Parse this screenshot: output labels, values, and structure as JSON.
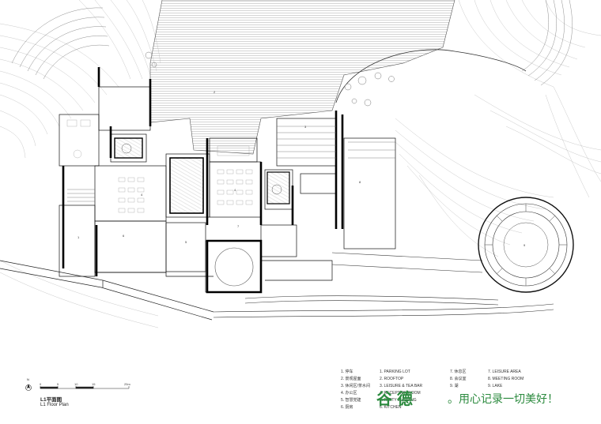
{
  "drawing": {
    "title_cn": "L1平面图",
    "title_en": "L1 Floor Plan",
    "scale_ticks": [
      "0",
      "5",
      "10",
      "15",
      "25m"
    ],
    "north_label": "N"
  },
  "legend": {
    "col1": [
      "1. 停车",
      "2. 景观屋面",
      "3. 休闲区/茶水间",
      "4. 办公区",
      "5. 智慧党建",
      "6. 厨房"
    ],
    "col2": [
      "1. PARKING LOT",
      "2. ROOFTOP",
      "3. LEISURE & TEA BAR",
      "4. RECEPTION ROOM",
      "5. PARTY BUILDING",
      "6. KITCHEN"
    ],
    "col3": [
      "7. 休息区",
      "8. 会议室",
      "9. 湖"
    ],
    "col4": [
      "7. LEISURE AREA",
      "8. MEETING ROOM",
      "9. LAKE"
    ]
  },
  "room_numbers": [
    "1",
    "2",
    "3",
    "4",
    "4",
    "5",
    "6",
    "7",
    "8",
    "9"
  ],
  "watermark": {
    "brand": "谷德",
    "slogan": "。用心记录一切美好！"
  },
  "colors": {
    "ink": "#111111",
    "thin": "#9a9a9a",
    "hatch": "#c8c8c8",
    "watermark": "#2b8a3e"
  }
}
